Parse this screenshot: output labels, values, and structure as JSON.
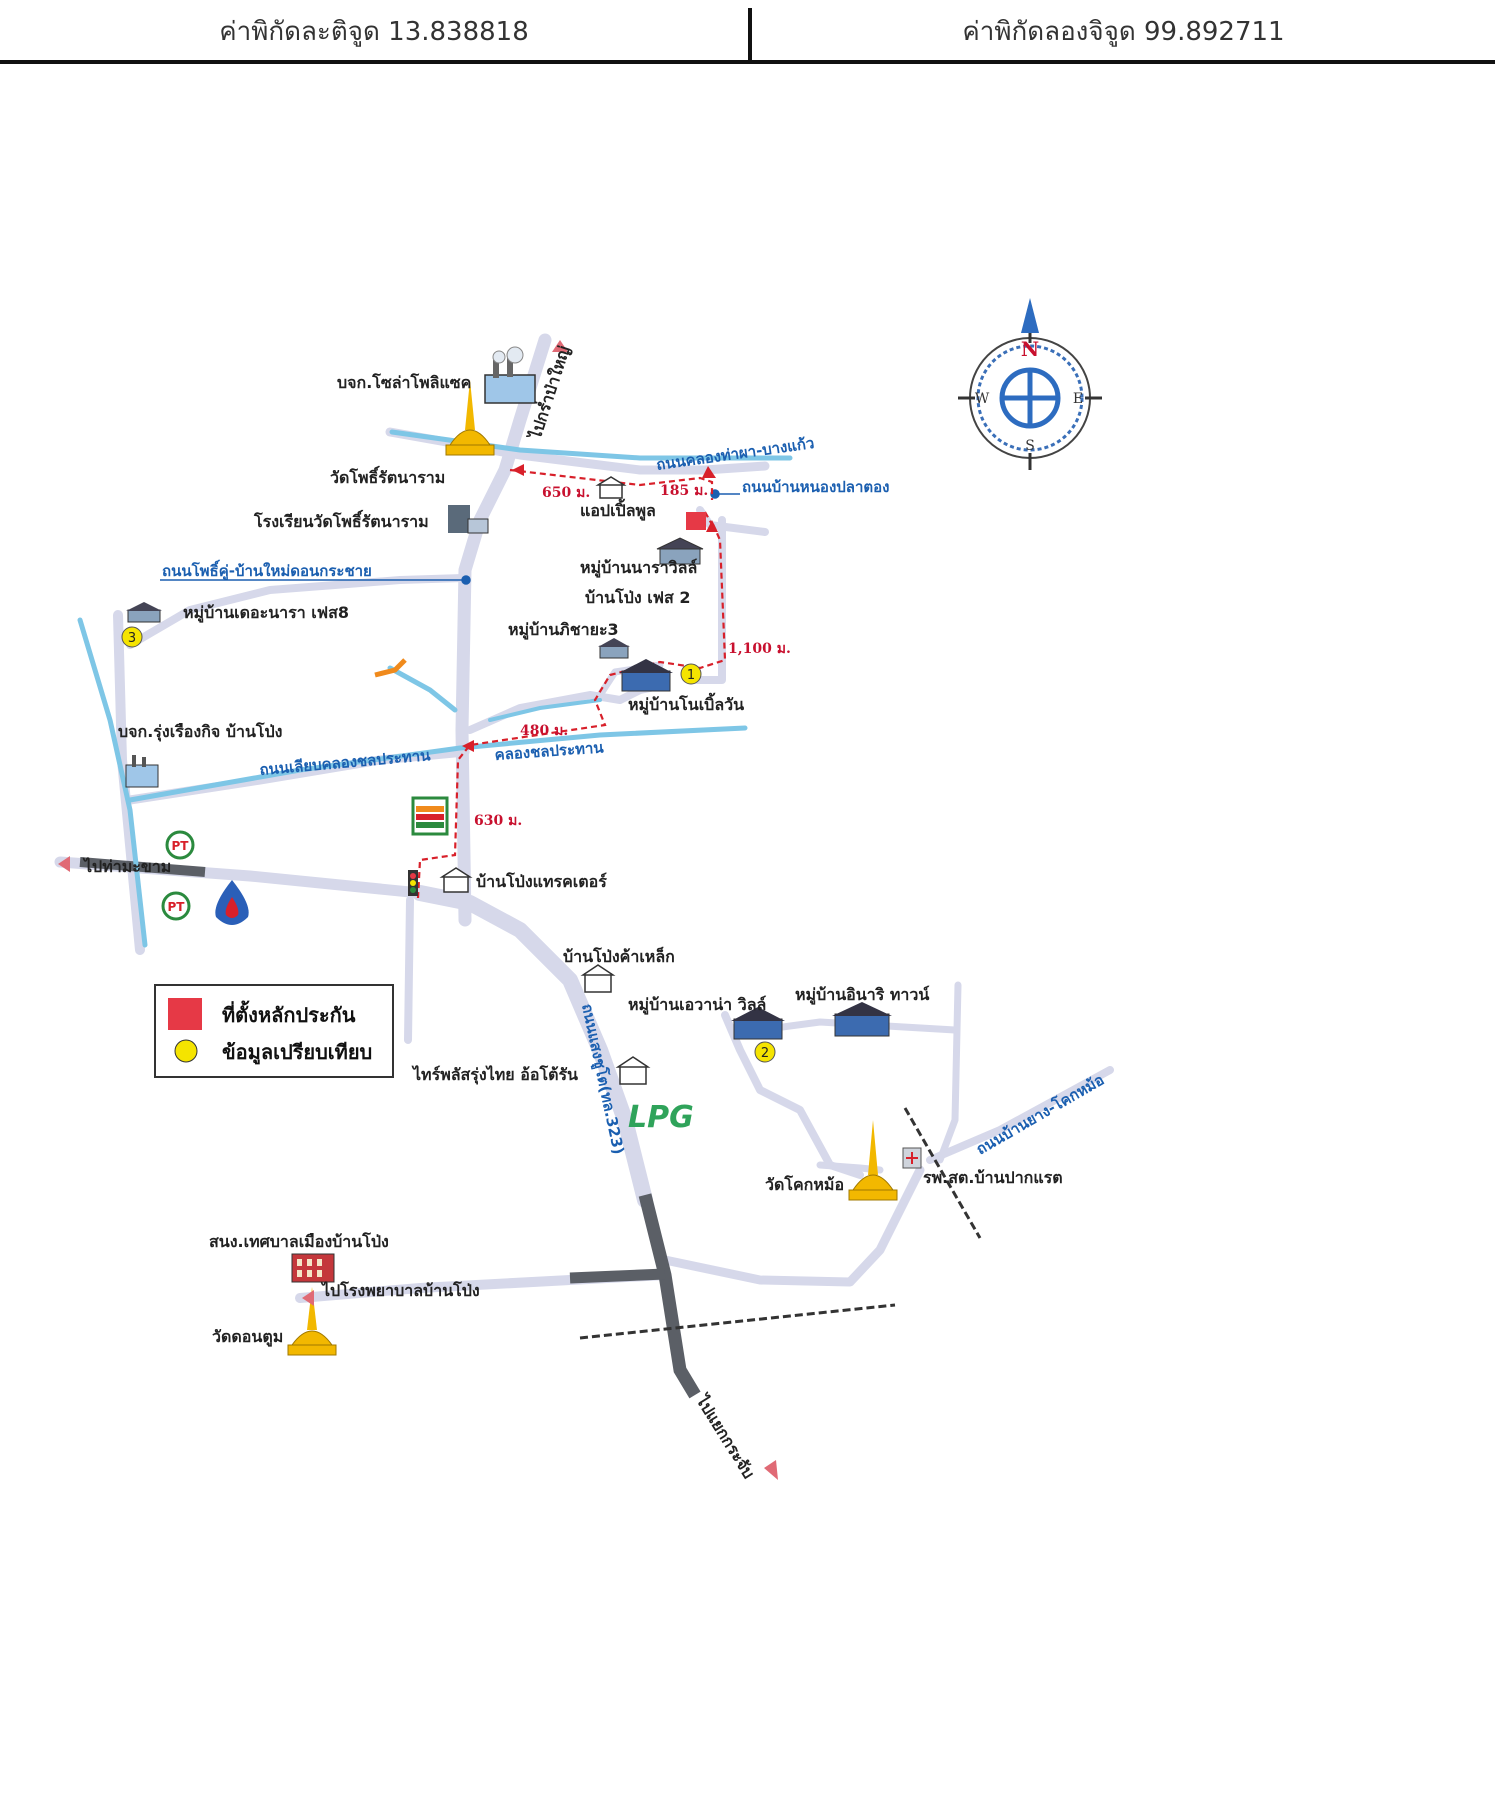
{
  "header": {
    "latitude": "ค่าพิกัดละติจูด 13.838818",
    "longitude": "ค่าพิกัดลองจิจูด 99.892711"
  },
  "compass": {
    "n": "N",
    "s": "S",
    "e": "E",
    "w": "W"
  },
  "labels": {
    "solar_poly": "บจก.โซล่าโพลิแซค",
    "to_kra_pi_yai": "ไปกร่ำป่าใหญ่",
    "wat_pho": "วัดโพธิ์รัตนาราม",
    "school": "โรงเรียนวัดโพธิ์รัตนาราม",
    "apple_pool": "แอปเปิ้ลพูล",
    "narawill": "หมู่บ้านนาราวิลล์",
    "banpong_phase": "บ้านโป่ง เฟส 2",
    "pichaya": "หมู่บ้านภิชายะ3",
    "noble_one": "หมู่บ้านโนเบิ้ลวัน",
    "de_nara": "หมู่บ้านเดอะนารา เฟส8",
    "rungrueangkit": "บจก.รุ่งเรืองกิจ บ้านโป่ง",
    "banpong_tractor": "บ้านโป่งแทรคเตอร์",
    "banpong_steel": "บ้านโป่งค้าเหล็ก",
    "evana": "หมู่บ้านเอวาน่า วิลล์",
    "inari": "หมู่บ้านอินาริ ทาวน์",
    "tire_plus": "ไทร์พลัสรุ่งไทย อ้อโต้รัน",
    "wat_khok_mo": "วัดโคกหม้อ",
    "health_station": "รพ.สต.บ้านปากแรต",
    "municipal_office": "สนง.เทศบาลเมืองบ้านโป่ง",
    "to_hospital": "ไปโรงพยาบาลบ้านโป่ง",
    "wat_don_tum": "วัดดอนตูม",
    "to_yaek_krajab": "ไปแยกกระจับ",
    "to_tha_makham": "ไปท่ามะขาม",
    "lpg": "LPG"
  },
  "roads": {
    "tha_pha": "ถนนคลองท่าผา-บางแก้ว",
    "nong_pla_tong": "ถนนบ้านหนองปลาตอง",
    "pho_khu": "ถนนโพธิ์คู่-บ้านใหม่ดอนกระชาย",
    "klong_chon": "ถนนเลียบคลองชลประทาน",
    "canal": "คลองชลประทาน",
    "saeng_chuto": "ถนนแสงชูโต(ทล.323)",
    "ban_yang": "ถนนบ้านยาง-โคกหม้อ"
  },
  "distances": {
    "d650": "650 ม.",
    "d185": "185 ม.",
    "d1100": "1,100 ม.",
    "d480": "480 ม.",
    "d630": "630 ม."
  },
  "markers": {
    "m1": "1",
    "m2": "2",
    "m3": "3"
  },
  "legend": {
    "collateral": "ที่ตั้งหลักประกัน",
    "comparison": "ข้อมูลเปรียบเทียบ"
  },
  "colors": {
    "road": "#d6d8ea",
    "water": "#7ec6e6",
    "route": "#d8202a",
    "collateral": "#e63946",
    "comparison": "#f5e400",
    "road_label": "#1b5fb0",
    "highway": "#5b5f66"
  }
}
